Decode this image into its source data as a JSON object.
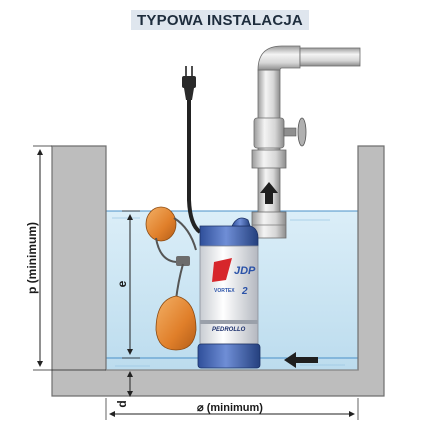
{
  "title": "TYPOWA INSTALACJA",
  "dimensions": {
    "p_label": "p (minimum)",
    "e_label": "e",
    "d_label": "d",
    "width_label": "⌀ (minimum)"
  },
  "pump": {
    "brand_logo": "JDP",
    "model": "VORTEX",
    "model_number": "2",
    "maker": "PEDROLLO"
  },
  "icons": [
    "plug-icon",
    "float-switch-icon",
    "valve-icon",
    "flow-arrow-icon",
    "inlet-arrow-icon"
  ],
  "colors": {
    "water": "#cfe6f3",
    "water_line": "#4a90c8",
    "concrete": "#b9b9b9",
    "concrete_edge": "#6f6f6f",
    "pipe": "#dcdcdc",
    "float": "#e0852e",
    "pump_blue": "#2a52a8"
  }
}
